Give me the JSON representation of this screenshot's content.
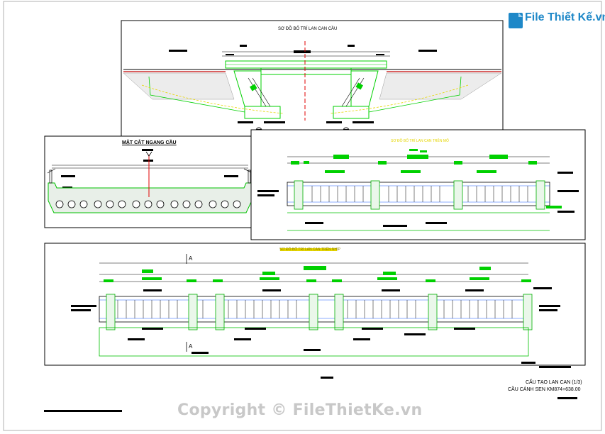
{
  "drawing": {
    "top_title": "SƠ ĐỒ BỐ TRÍ LAN CAN CẦU",
    "section_title": "MẶT CẮT NGANG CẦU",
    "abutment_title": "SƠ ĐỒ BỐ TRÍ LAN CAN TRÊN MỐ",
    "span_title": "SƠ ĐỒ BỐ TRÍ LAN CAN TRÊN NHỊP",
    "sheet_title": "CẤU TẠO LAN CAN (1/3)",
    "bridge_name": "CẦU CÁNH SEN  KM874+638.00",
    "section_mark": "A"
  },
  "branding": {
    "logo_text": "File Thiết Kế.vn",
    "watermark": "Copyright © FileThietKe.vn"
  },
  "colors": {
    "cad_green": "#00e000",
    "label_green": "#19c419",
    "dim_black": "#000000",
    "axis_red": "#e00000",
    "hatch_grey": "#9a9a9a",
    "guide_yellow": "#e6d600",
    "logo_blue": "#1e88c8"
  }
}
